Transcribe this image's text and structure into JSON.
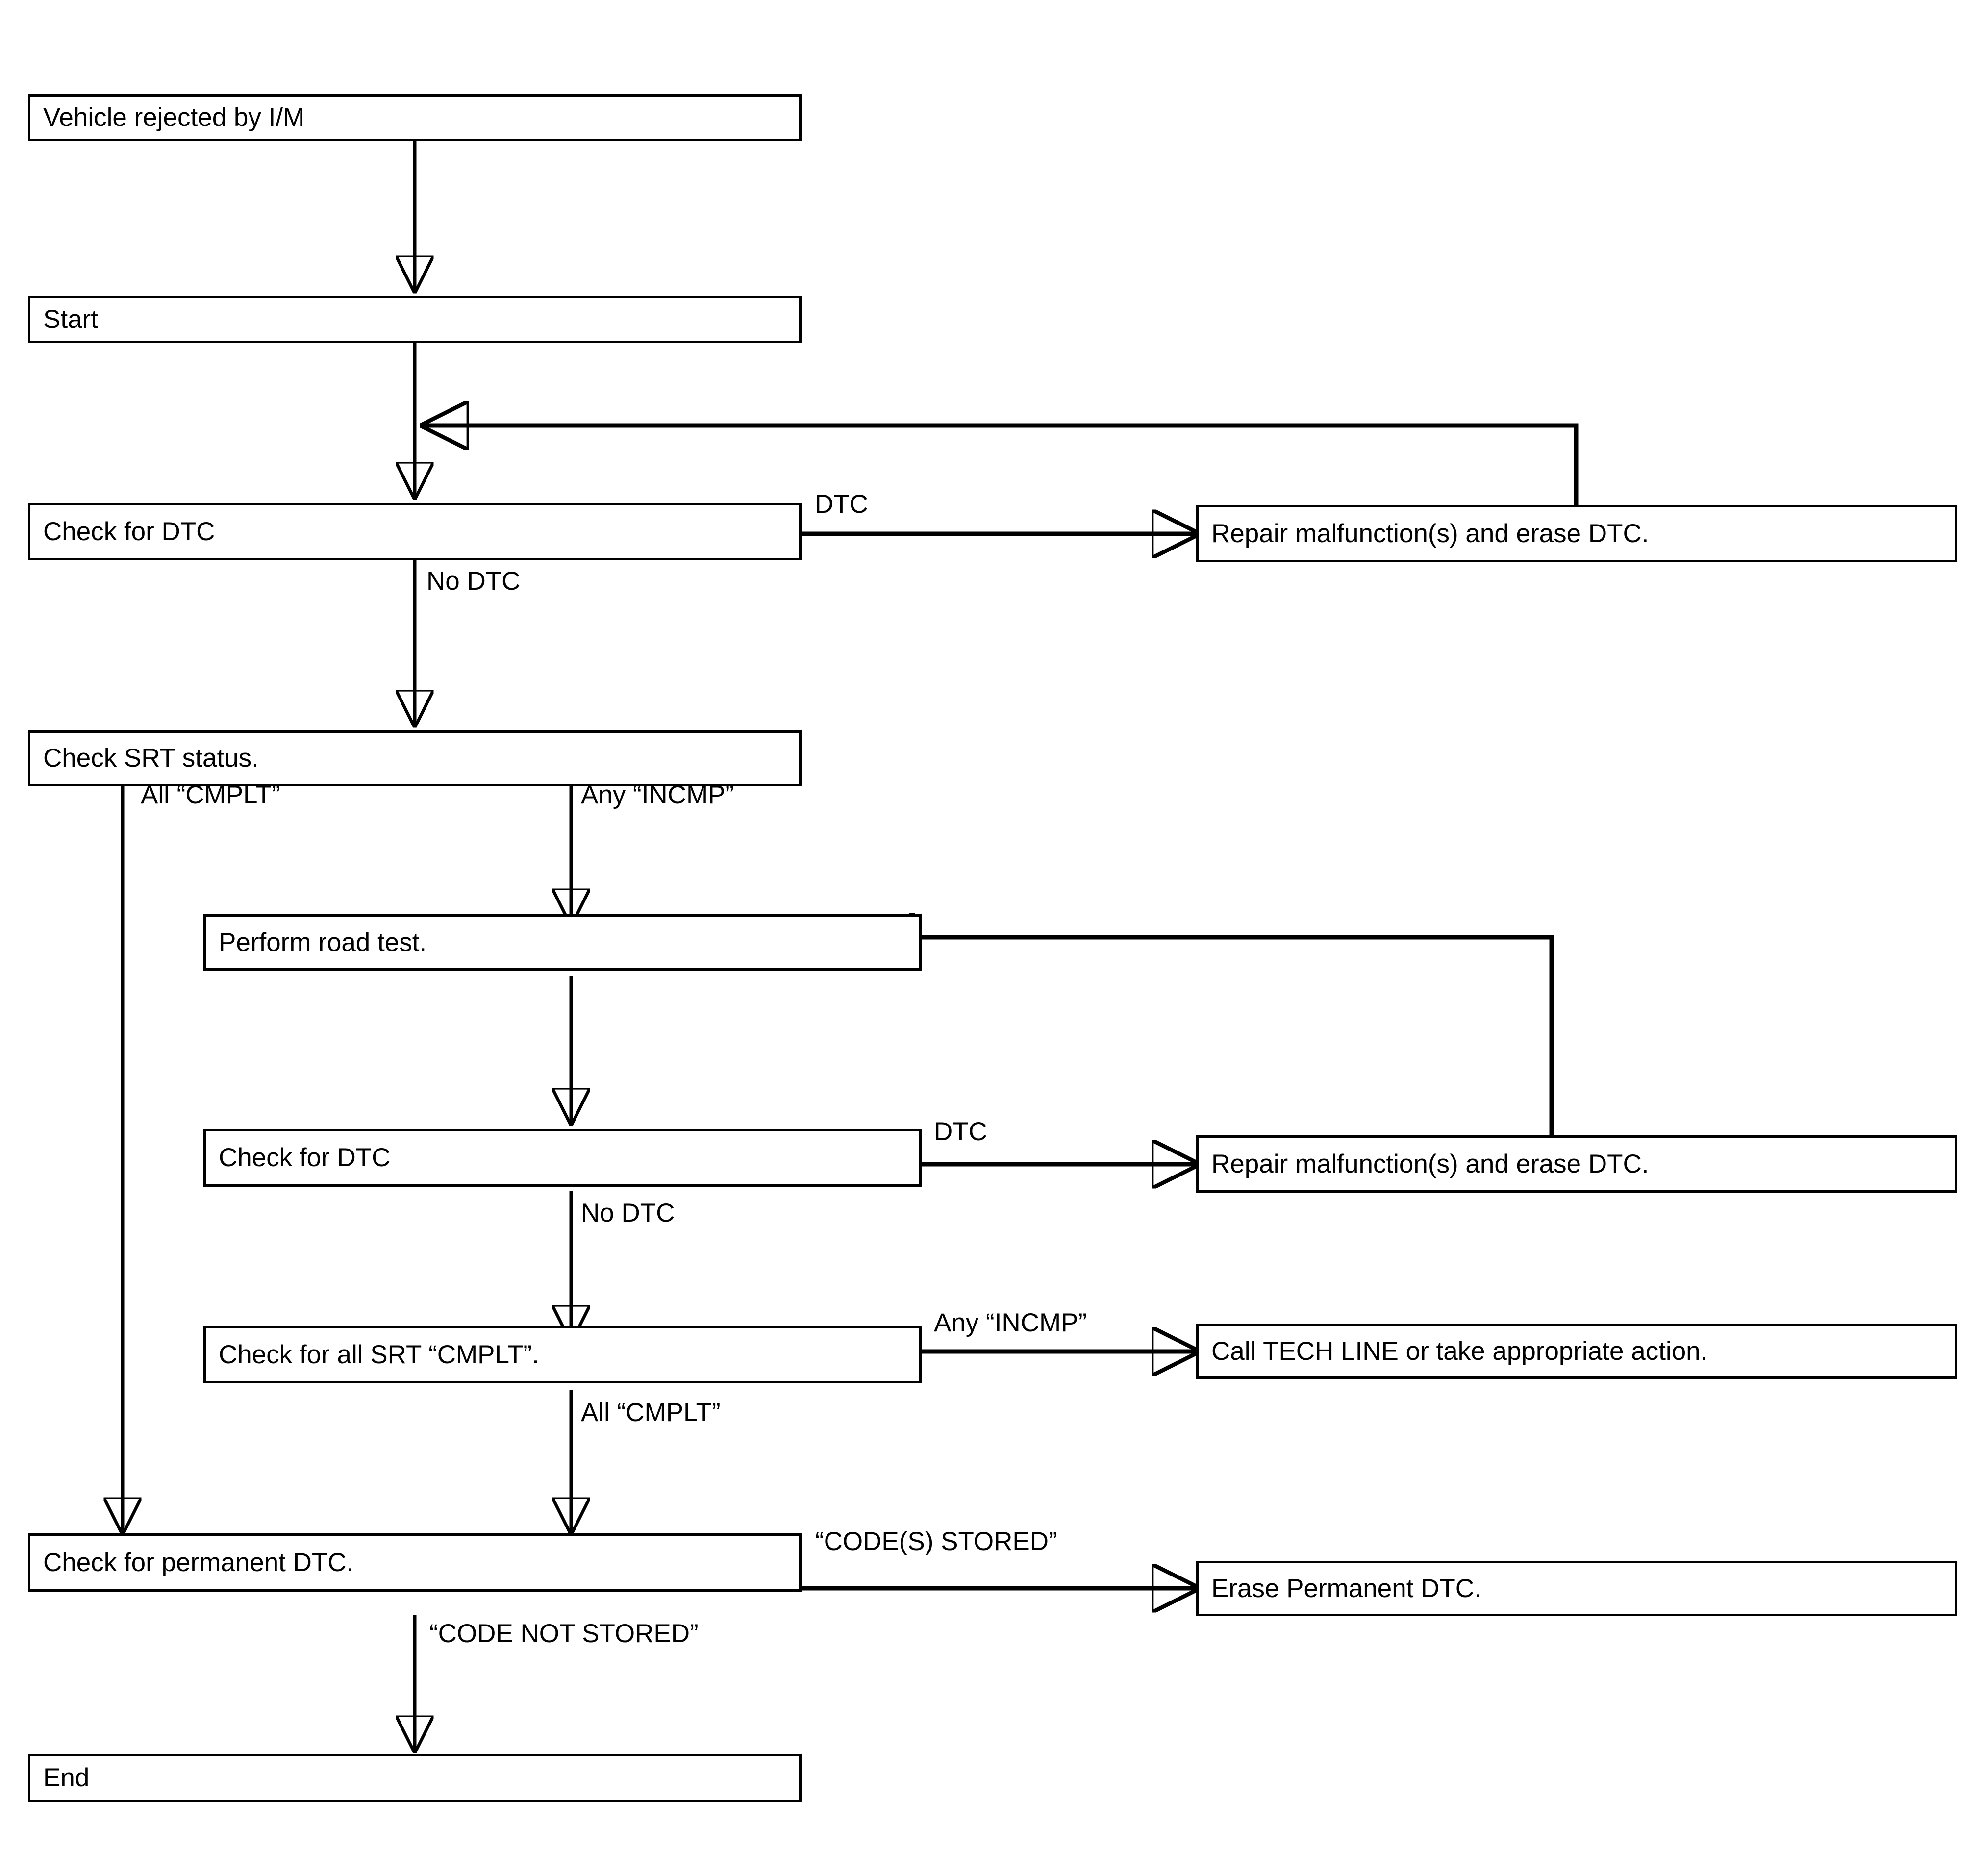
{
  "diagram": {
    "type": "flowchart",
    "title_visible": false,
    "background_color": "#ffffff",
    "line_color": "#000000",
    "nodes": [
      {
        "id": "vehicle_rejected",
        "label": "Vehicle rejected by I/M"
      },
      {
        "id": "start",
        "label": "Start"
      },
      {
        "id": "check_dtc_1",
        "label": "Check for DTC"
      },
      {
        "id": "repair_1",
        "label": "Repair malfunction(s) and erase DTC."
      },
      {
        "id": "check_srt",
        "label": "Check SRT status."
      },
      {
        "id": "road_test",
        "label": "Perform road test."
      },
      {
        "id": "check_dtc_2",
        "label": "Check for DTC"
      },
      {
        "id": "repair_2",
        "label": "Repair malfunction(s) and erase DTC."
      },
      {
        "id": "check_all_srt",
        "label": "Check for all SRT “CMPLT”."
      },
      {
        "id": "tech_line",
        "label": "Call TECH LINE or take appropriate action."
      },
      {
        "id": "check_permanent",
        "label": "Check for permanent DTC."
      },
      {
        "id": "erase_permanent",
        "label": "Erase Permanent DTC."
      },
      {
        "id": "end",
        "label": "End"
      }
    ],
    "edge_labels": [
      {
        "id": "dtc_1",
        "label": "DTC"
      },
      {
        "id": "no_dtc_1",
        "label": "No DTC"
      },
      {
        "id": "all_cmplt_1",
        "label": "All “CMPLT”"
      },
      {
        "id": "any_incmp_1",
        "label": "Any “INCMP”"
      },
      {
        "id": "dtc_2",
        "label": "DTC"
      },
      {
        "id": "no_dtc_2",
        "label": "No DTC"
      },
      {
        "id": "any_incmp_2",
        "label": "Any “INCMP”"
      },
      {
        "id": "all_cmplt_2",
        "label": "All “CMPLT”"
      },
      {
        "id": "codes_stored",
        "label": "“CODE(S) STORED”"
      },
      {
        "id": "code_not_stored",
        "label": "“CODE NOT STORED”"
      }
    ]
  }
}
